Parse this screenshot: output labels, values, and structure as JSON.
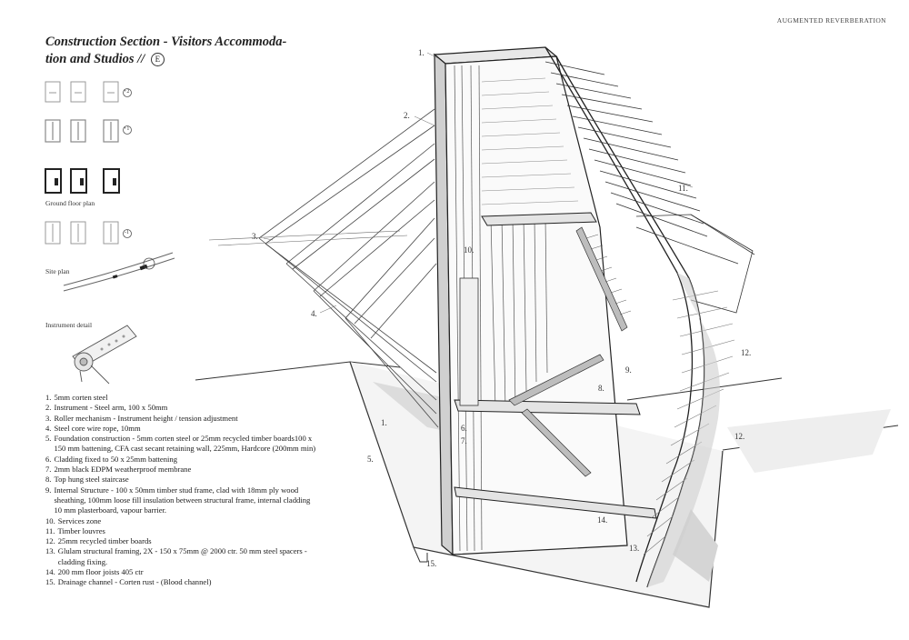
{
  "header": {
    "tag": "AUGMENTED REVERBERATION"
  },
  "title": {
    "line1": "Construction Section - Visitors Accommoda-",
    "line2": "tion and Studios //",
    "badge": "E"
  },
  "plans": {
    "level_labels": [
      "+2",
      "+1",
      "-1"
    ],
    "ground_floor_caption": "Ground floor plan",
    "site_plan_caption": "Site plan",
    "instrument_caption": "Instrument detail"
  },
  "legend": [
    {
      "num": "1.",
      "text": "5mm corten steel"
    },
    {
      "num": "2.",
      "text": "Instrument - Steel arm, 100 x 50mm"
    },
    {
      "num": "3.",
      "text": "Roller mechanism - Instrument height / tension adjustment"
    },
    {
      "num": "4.",
      "text": "Steel core wire rope, 10mm"
    },
    {
      "num": "5.",
      "text": "Foundation construction - 5mm corten steel or 25mm recycled timber boards100 x 150 mm battening, CFA cast secant retaining wall, 225mm, Hardcore (200mm min)"
    },
    {
      "num": "6.",
      "text": "Cladding fixed to 50 x 25mm battening"
    },
    {
      "num": "7.",
      "text": "2mm black EDPM weatherproof membrane"
    },
    {
      "num": "8.",
      "text": "Top hung steel staircase"
    },
    {
      "num": "9.",
      "text": "Internal Structure - 100 x 50mm timber stud frame, clad with 18mm ply wood sheathing, 100mm loose fill insulation between structural frame, internal cladding 10 mm plasterboard, vapour barrier."
    },
    {
      "num": "10.",
      "text": "Services zone"
    },
    {
      "num": "11.",
      "text": "Timber louvres"
    },
    {
      "num": "12.",
      "text": "25mm recycled timber boards"
    },
    {
      "num": "13.",
      "text": "Glulam structural framing, 2X - 150 x 75mm @ 2000 ctr. 50 mm steel spacers - cladding fixing."
    },
    {
      "num": "14.",
      "text": "200 mm floor joists  405 ctr"
    },
    {
      "num": "15.",
      "text": "Drainage channel - Corten rust - (Blood channel)"
    }
  ],
  "callouts": {
    "c1": "1.",
    "c2": "2.",
    "c3": "3.",
    "c4": "4.",
    "c5": "5.",
    "c6": "6.",
    "c7": "7.",
    "c8": "8.",
    "c9": "9.",
    "c10": "10.",
    "c11": "11.",
    "c12a": "12.",
    "c12b": "12.",
    "c13": "13.",
    "c14": "14.",
    "c15": "15.",
    "c1b": "1."
  }
}
